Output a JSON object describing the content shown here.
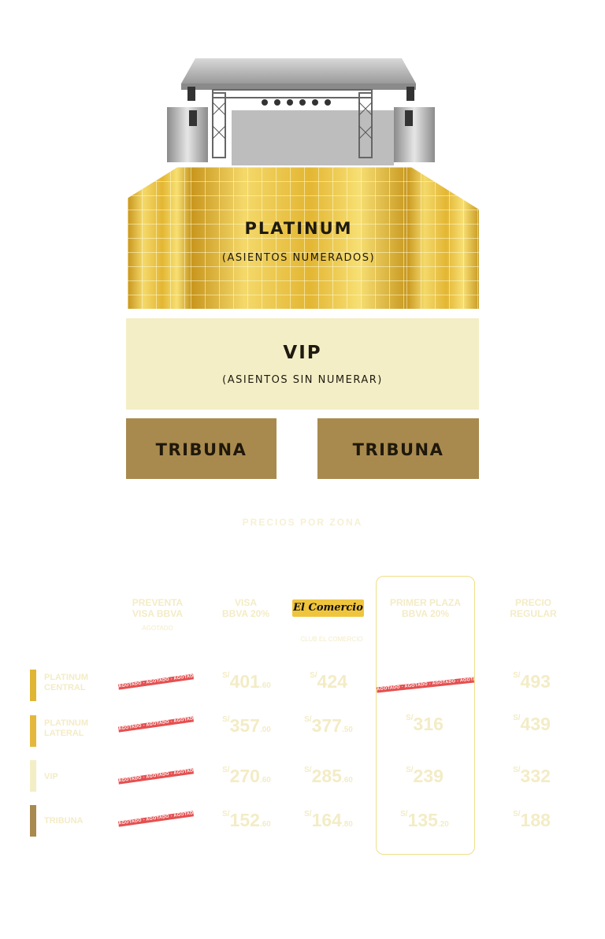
{
  "map": {
    "platinum_title": "PLATINUM",
    "platinum_sub": "(ASIENTOS NUMERADOS)",
    "vip_title": "VIP",
    "vip_sub": "(ASIENTOS SIN NUMERAR)",
    "tribuna_left": "TRIBUNA",
    "tribuna_right": "TRIBUNA"
  },
  "prices": {
    "title": "PRECIOS POR ZONA",
    "logo": "El Comercio",
    "headers": [
      {
        "title": "PREVENTA\nVISA BBVA",
        "note": "AGOTADO"
      },
      {
        "title": "VISA\nBBVA 20%",
        "note": ""
      },
      {
        "title": "",
        "note": "CLUB EL COMERCIO"
      },
      {
        "title": "PRIMER PLAZA\nBBVA 20%",
        "note": ""
      },
      {
        "title": "PRECIO\nREGULAR",
        "note": ""
      }
    ],
    "rows": [
      {
        "label": "PLATINUM\nCENTRAL",
        "color": "#e0b533",
        "p1": "401",
        "p1c": ".60",
        "p2": "424",
        "p2c": "",
        "p4": "493",
        "p4c": ""
      },
      {
        "label": "PLATINUM\nLATERAL",
        "color": "#e3b83c",
        "p1": "357",
        "p1c": ".00",
        "p2": "377",
        "p2c": ".50",
        "p3": "316",
        "p3c": "",
        "p4": "439",
        "p4c": ""
      },
      {
        "label": "VIP",
        "color": "#f3eec5",
        "p1": "270",
        "p1c": ".60",
        "p2": "285",
        "p2c": ".60",
        "p3": "239",
        "p3c": "",
        "p4": "332",
        "p4c": ""
      },
      {
        "label": "TRIBUNA",
        "color": "#a98a4e",
        "p1": "152",
        "p1c": ".60",
        "p2": "164",
        "p2c": ".80",
        "p3": "135",
        "p3c": ".20",
        "p4": "188",
        "p4c": ""
      }
    ],
    "agotado_text": "AGOTADO - AGOTADO - AGOTADO - AGOTADO",
    "currency": "S/"
  }
}
